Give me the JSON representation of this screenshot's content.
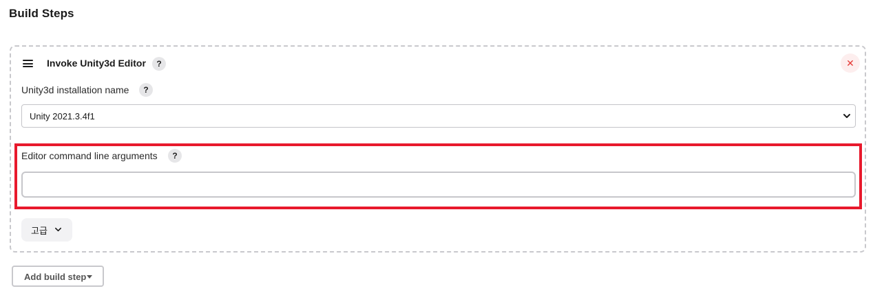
{
  "section": {
    "title": "Build Steps"
  },
  "step": {
    "title": "Invoke Unity3d Editor",
    "help_label": "?",
    "close_label": "✕",
    "icons": {
      "drag": "drag-handle-icon",
      "close": "close-icon",
      "help": "help-icon"
    }
  },
  "fields": {
    "installation": {
      "label": "Unity3d installation name",
      "help_label": "?",
      "selected_value": "Unity 2021.3.4f1"
    },
    "arguments": {
      "label": "Editor command line arguments",
      "help_label": "?",
      "value": "",
      "placeholder": ""
    }
  },
  "advanced": {
    "label": "고급"
  },
  "add_build_step": {
    "label": "Add build step"
  },
  "colors": {
    "highlight": "#e8192c",
    "close_icon": "#e53935",
    "close_bg": "#fdeeee"
  }
}
